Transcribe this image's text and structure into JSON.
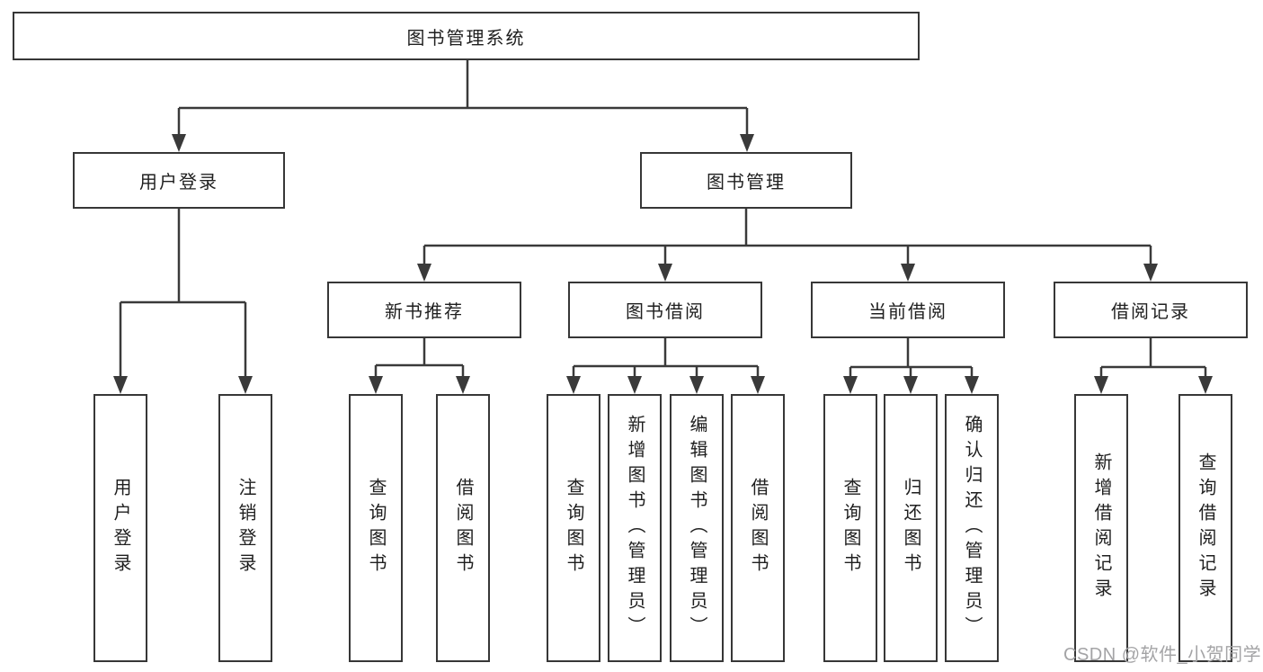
{
  "diagram": {
    "root": {
      "label": "图书管理系统"
    },
    "level2": [
      {
        "label": "用户登录"
      },
      {
        "label": "图书管理"
      }
    ],
    "level3": [
      {
        "label": "新书推荐"
      },
      {
        "label": "图书借阅"
      },
      {
        "label": "当前借阅"
      },
      {
        "label": "借阅记录"
      }
    ],
    "leaves": {
      "user_login": [
        {
          "label": "用户登录"
        },
        {
          "label": "注销登录"
        }
      ],
      "new_book": [
        {
          "label": "查询图书"
        },
        {
          "label": "借阅图书"
        }
      ],
      "book_borrow": [
        {
          "label": "查询图书"
        },
        {
          "label": "新增图书（管理员）"
        },
        {
          "label": "编辑图书（管理员）"
        },
        {
          "label": "借阅图书"
        }
      ],
      "current_borrow": [
        {
          "label": "查询图书"
        },
        {
          "label": "归还图书"
        },
        {
          "label": "确认归还（管理员）"
        }
      ],
      "borrow_records": [
        {
          "label": "新增借阅记录"
        },
        {
          "label": "查询借阅记录"
        }
      ]
    }
  },
  "watermark": {
    "text": "CSDN @软件_小贺同学"
  },
  "colors": {
    "line": "#3a3a3a",
    "box_border": "#373737",
    "text": "#1f1f1f",
    "watermark": "#a4a4a6",
    "background": "#ffffff"
  }
}
